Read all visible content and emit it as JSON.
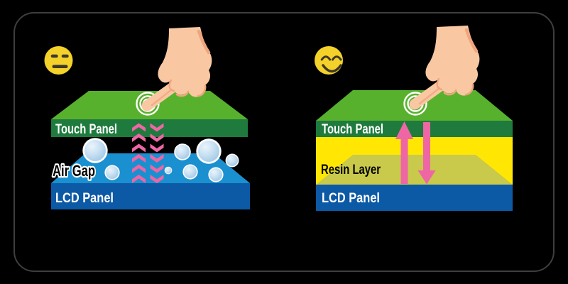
{
  "diagram": {
    "description": "Comparison of touch panel lamination: left stack has an air gap causing light scatter (unhappy), right stack uses an optical resin layer for direct bonding (happy)"
  },
  "left_panel": {
    "mood_icon": "unamused-face",
    "labels": {
      "touch_panel": "Touch Panel",
      "air_gap": "Air Gap",
      "lcd_panel": "LCD Panel"
    }
  },
  "right_panel": {
    "mood_icon": "smiling-face",
    "labels": {
      "touch_panel": "Touch Panel",
      "resin_layer": "Resin Layer",
      "lcd_panel": "LCD Panel"
    }
  },
  "icons": [
    "unamused-face-icon",
    "smiling-face-icon",
    "pointing-hand-icon",
    "touch-ripple-icon",
    "air-bubbles-icon",
    "scatter-chevrons-up-icon",
    "scatter-chevrons-down-icon",
    "signal-arrow-up-icon",
    "signal-arrow-down-icon"
  ],
  "colors": {
    "background": "#000000",
    "panel_border": "#3E3E3E",
    "top_green": "#58B12D",
    "front_green": "#1E7B3D",
    "lcd_top_blue": "#1B90D0",
    "lcd_front_blue": "#0C59A6",
    "resin_yellow": "#FFE703",
    "resin_olive": "#C9C94B",
    "pink": "#EE66A3",
    "bubble_highlight": "#EAF4FB",
    "bubble_fill": "#BCDAEF",
    "bubble_edge": "#9EC7E5",
    "emoji_yellow": "#F5D22A",
    "emoji_features": "#3E392B",
    "skin": "#F9C8A3",
    "skin_shade": "#F0A57E",
    "label_white": "#FFFFFF",
    "label_black": "#000000"
  }
}
